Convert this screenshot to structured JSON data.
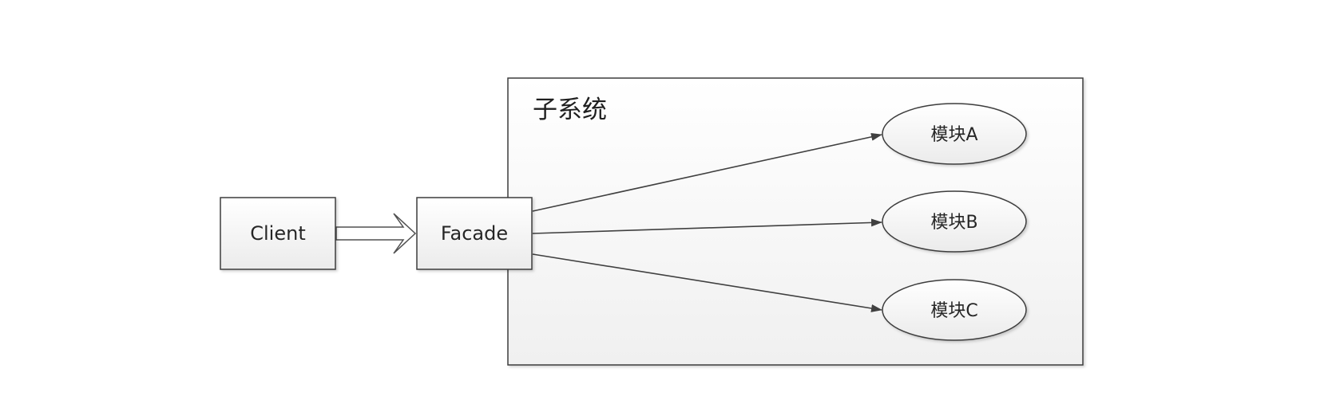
{
  "diagram": {
    "subsystem": {
      "title": "子系统"
    },
    "client": {
      "label": "Client"
    },
    "facade": {
      "label": "Facade"
    },
    "modules": [
      {
        "label": "模块A"
      },
      {
        "label": "模块B"
      },
      {
        "label": "模块C"
      }
    ]
  }
}
